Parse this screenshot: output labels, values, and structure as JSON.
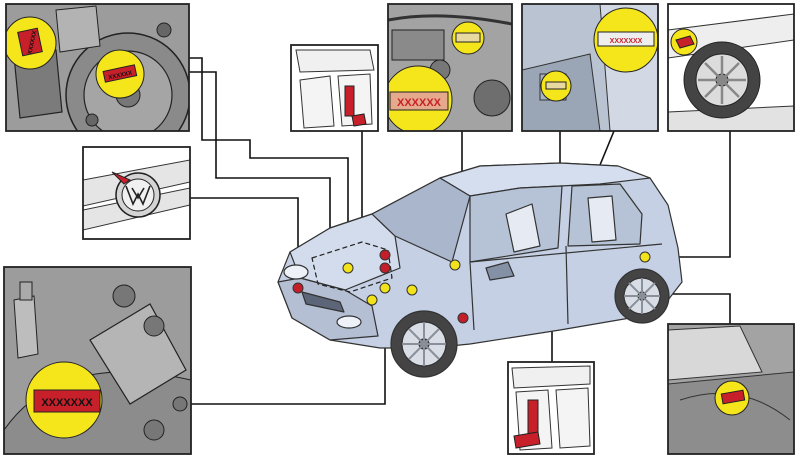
{
  "labels": {
    "engine_stamp": "XXXXXX",
    "engine_plate": "XXXXXX",
    "firewall_plate": "XXXXXX",
    "door_pillar_plate": "XXXXXXX",
    "transmission_plate": "XXXXXXX"
  },
  "colors": {
    "panel_bg": "#9c9c9c",
    "panel_border": "#222222",
    "highlight": "#f5e61b",
    "code_red": "#c8202a",
    "car_body": "#c5d0e4",
    "callout_dot": "#f2e21c",
    "red_dot": "#c21f2b"
  },
  "icons": {
    "vw_logo": "vw-logo-icon",
    "spare_wheel": "spare-wheel-icon"
  }
}
